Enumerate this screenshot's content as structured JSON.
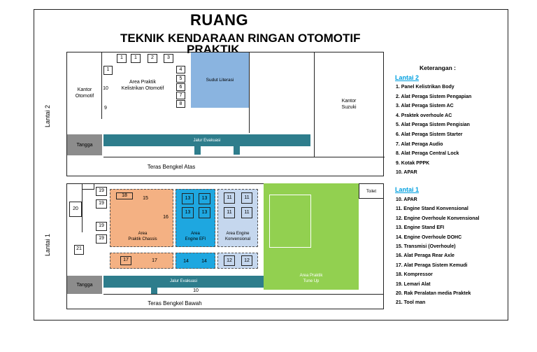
{
  "title": {
    "line1": "RUANG",
    "line2": "TEKNIK KENDARAAN RINGAN OTOMOTIF",
    "line3": "PRAKTIK"
  },
  "floors": {
    "lantai2": "Lantai 2",
    "lantai1": "Lantai 1"
  },
  "upper": {
    "kantor_otomotif": "Kantor\nOtomotif",
    "area_praktik_kelistrikan": "Area Praktik\nKelistrikan Otomotif",
    "sudut_literasi": "Sudut Literasi",
    "kantor_suzuki": "Kantor\nSuzuki",
    "tangga": "Tangga",
    "jalur_evakuasi": "Jalur Evakuasi",
    "teras": "Teras Bengkel Atas",
    "nums_top": [
      "1",
      "1",
      "2",
      "3"
    ],
    "num_left": "1",
    "num_10": "10",
    "num_9": "9",
    "nums_right": [
      "4",
      "5",
      "6",
      "7",
      "8"
    ]
  },
  "lower": {
    "area_chassis": "Area\nPraktik Chassis",
    "area_efi": "Area\nEngine EFI",
    "area_konvensional": "Area Engine\nKonvensional",
    "area_tuneup": "Area Praktik\nTune Up",
    "toilet": "Toilet",
    "tangga": "Tangga",
    "jalur_evakuasi": "Jalur Evakuasi",
    "num_10": "10",
    "teras": "Teras Bengkel Bawah",
    "num_20": "20",
    "num_21": "21",
    "nums_19": [
      "19",
      "19",
      "19",
      "19"
    ],
    "num_18": "18",
    "num_15": "15",
    "num_16": "16",
    "nums_17": [
      "17",
      "17"
    ],
    "nums_13": [
      "13",
      "13",
      "13",
      "13"
    ],
    "nums_14": [
      "14",
      "14"
    ],
    "nums_11": [
      "11",
      "11",
      "11",
      "11"
    ],
    "nums_12": [
      "12",
      "12"
    ]
  },
  "legend": {
    "title": "Keterangan :",
    "lantai2_head": "Lantai 2",
    "lantai2_items": [
      "1. Panel Kelistrikan Body",
      "2. Alat Peraga Sistem  Pengapian",
      "3. Alat Peraga Sistem AC",
      "4. Praktek overhoule AC",
      "5. Alat Peraga Sistem Pengisian",
      "6. Alat Peraga Sistem Starter",
      "7. Alat Peraga Audio",
      "8. Alat Peraga Central Lock",
      "9. Kotak PPPK",
      "10. APAR"
    ],
    "lantai1_head": "Lantai 1",
    "lantai1_items": [
      "10. APAR",
      "11. Engine Stand Konvensional",
      "12. Engine Overhoule Konvensional",
      "13. Engine Stand EFI",
      "14. Engine Overhoule DOHC",
      "15. Transmisi (Overhoule)",
      "16. Alat Peraga Rear Axle",
      "17. Alat Peraga Sistem Kemudi",
      "18. Kompressor",
      "19. Lemari Alat",
      "20. Rak Peralatan  media Praktek",
      "21. Tool man"
    ]
  },
  "colors": {
    "evakuasi": "#2e7d8c",
    "tangga": "#8c8c8c",
    "literasi": "#8ab4e0",
    "chassis": "#f4b183",
    "efi": "#1ea7e0",
    "konvensional": "#c5d7ee",
    "tuneup": "#92d050",
    "legend_head": "#00a0e0"
  }
}
